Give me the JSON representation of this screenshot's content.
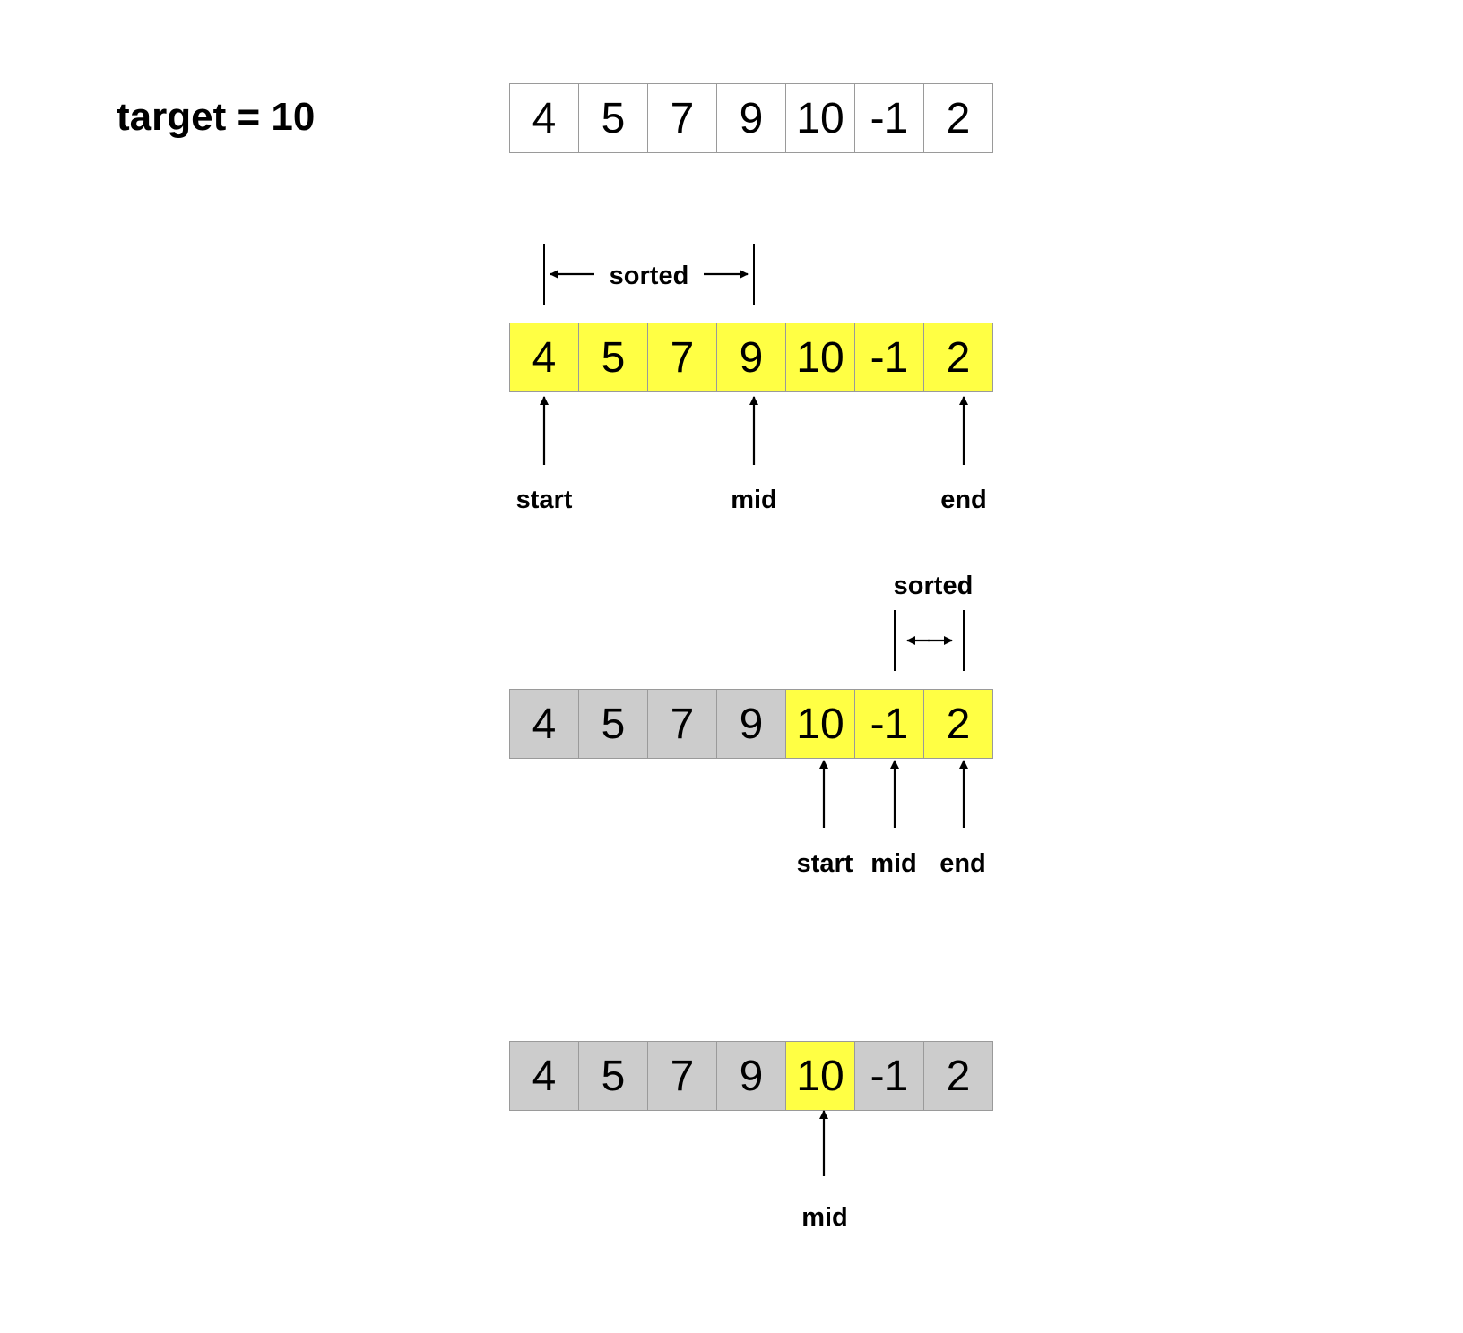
{
  "target_label": "target = 10",
  "sorted_label": "sorted",
  "rows": [
    {
      "id": "initial",
      "cells": [
        {
          "value": "4",
          "state": "white"
        },
        {
          "value": "5",
          "state": "white"
        },
        {
          "value": "7",
          "state": "white"
        },
        {
          "value": "9",
          "state": "white"
        },
        {
          "value": "10",
          "state": "white"
        },
        {
          "value": "-1",
          "state": "white"
        },
        {
          "value": "2",
          "state": "white"
        }
      ],
      "pointers": []
    },
    {
      "id": "step-1",
      "cells": [
        {
          "value": "4",
          "state": "yellow"
        },
        {
          "value": "5",
          "state": "yellow"
        },
        {
          "value": "7",
          "state": "yellow"
        },
        {
          "value": "9",
          "state": "yellow"
        },
        {
          "value": "10",
          "state": "yellow"
        },
        {
          "value": "-1",
          "state": "yellow"
        },
        {
          "value": "2",
          "state": "yellow"
        }
      ],
      "pointers": [
        {
          "label": "start",
          "index": 0
        },
        {
          "label": "mid",
          "index": 3
        },
        {
          "label": "end",
          "index": 6
        }
      ],
      "sorted_range": [
        0,
        3
      ]
    },
    {
      "id": "step-2",
      "cells": [
        {
          "value": "4",
          "state": "gray"
        },
        {
          "value": "5",
          "state": "gray"
        },
        {
          "value": "7",
          "state": "gray"
        },
        {
          "value": "9",
          "state": "gray"
        },
        {
          "value": "10",
          "state": "yellow"
        },
        {
          "value": "-1",
          "state": "yellow"
        },
        {
          "value": "2",
          "state": "yellow"
        }
      ],
      "pointers": [
        {
          "label": "start",
          "index": 4
        },
        {
          "label": "mid",
          "index": 5
        },
        {
          "label": "end",
          "index": 6
        }
      ],
      "sorted_range": [
        5,
        6
      ]
    },
    {
      "id": "step-3",
      "cells": [
        {
          "value": "4",
          "state": "gray"
        },
        {
          "value": "5",
          "state": "gray"
        },
        {
          "value": "7",
          "state": "gray"
        },
        {
          "value": "9",
          "state": "gray"
        },
        {
          "value": "10",
          "state": "yellow"
        },
        {
          "value": "-1",
          "state": "gray"
        },
        {
          "value": "2",
          "state": "gray"
        }
      ],
      "pointers": [
        {
          "label": "mid",
          "index": 4
        }
      ]
    }
  ],
  "colors": {
    "highlight": "#ffff44",
    "eliminated": "#cccccc",
    "default": "#ffffff"
  }
}
